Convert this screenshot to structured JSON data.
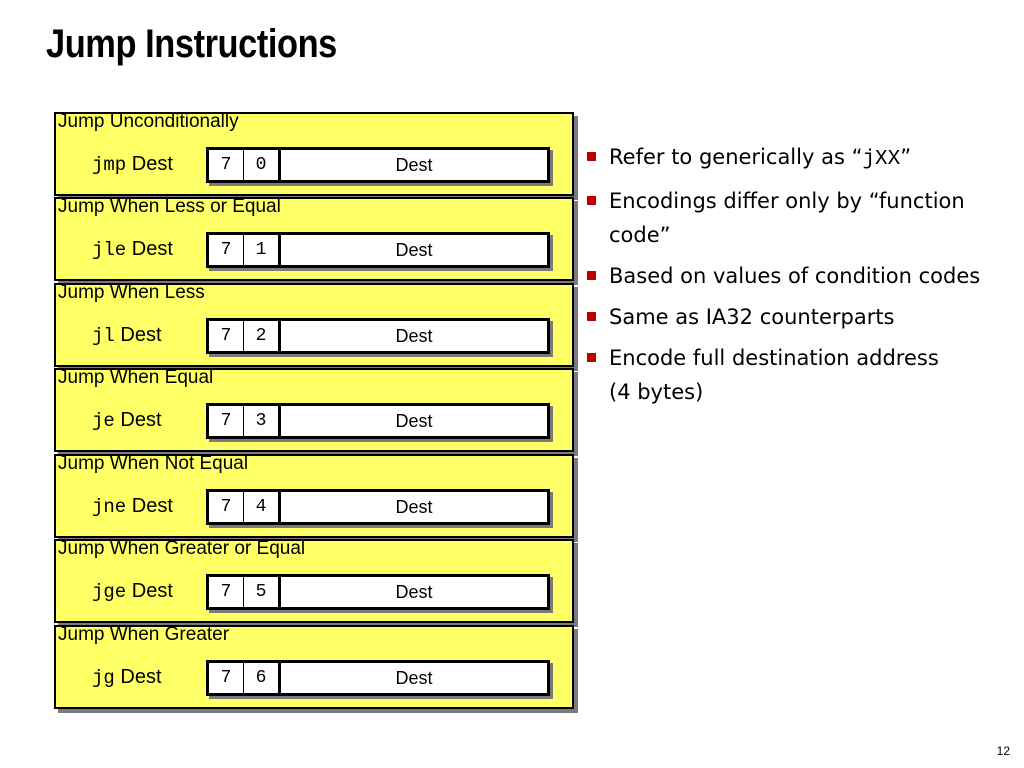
{
  "title": "Jump Instructions",
  "instructions": [
    {
      "heading": "Jump Unconditionally",
      "mnemonic": "jmp",
      "operand": "Dest",
      "icode": "7",
      "ifun": "0",
      "field": "Dest"
    },
    {
      "heading": "Jump When Less or Equal",
      "mnemonic": "jle",
      "operand": "Dest",
      "icode": "7",
      "ifun": "1",
      "field": "Dest"
    },
    {
      "heading": "Jump When Less",
      "mnemonic": "jl",
      "operand": "Dest",
      "icode": "7",
      "ifun": "2",
      "field": "Dest"
    },
    {
      "heading": "Jump When Equal",
      "mnemonic": "je",
      "operand": "Dest",
      "icode": "7",
      "ifun": "3",
      "field": "Dest"
    },
    {
      "heading": "Jump When Not Equal",
      "mnemonic": "jne",
      "operand": "Dest",
      "icode": "7",
      "ifun": "4",
      "field": "Dest"
    },
    {
      "heading": "Jump When Greater or Equal",
      "mnemonic": "jge",
      "operand": "Dest",
      "icode": "7",
      "ifun": "5",
      "field": "Dest"
    },
    {
      "heading": "Jump When Greater",
      "mnemonic": "jg",
      "operand": "Dest",
      "icode": "7",
      "ifun": "6",
      "field": "Dest"
    }
  ],
  "bullets": {
    "b1_pre": "Refer to generically as “",
    "b1_code": "jXX",
    "b1_post": "”",
    "b2_line1": "Encodings differ only by “function",
    "b2_line2": "code”",
    "b3": "Based on values of condition codes",
    "b4": "Same as IA32 counterparts",
    "b5": "Encode full destination address",
    "b5_cont": "(4 bytes)"
  },
  "page_number": "12",
  "colors": {
    "box_fill": "#ffff66",
    "bullet": "#c00000",
    "shadow": "#7a7a7a"
  }
}
